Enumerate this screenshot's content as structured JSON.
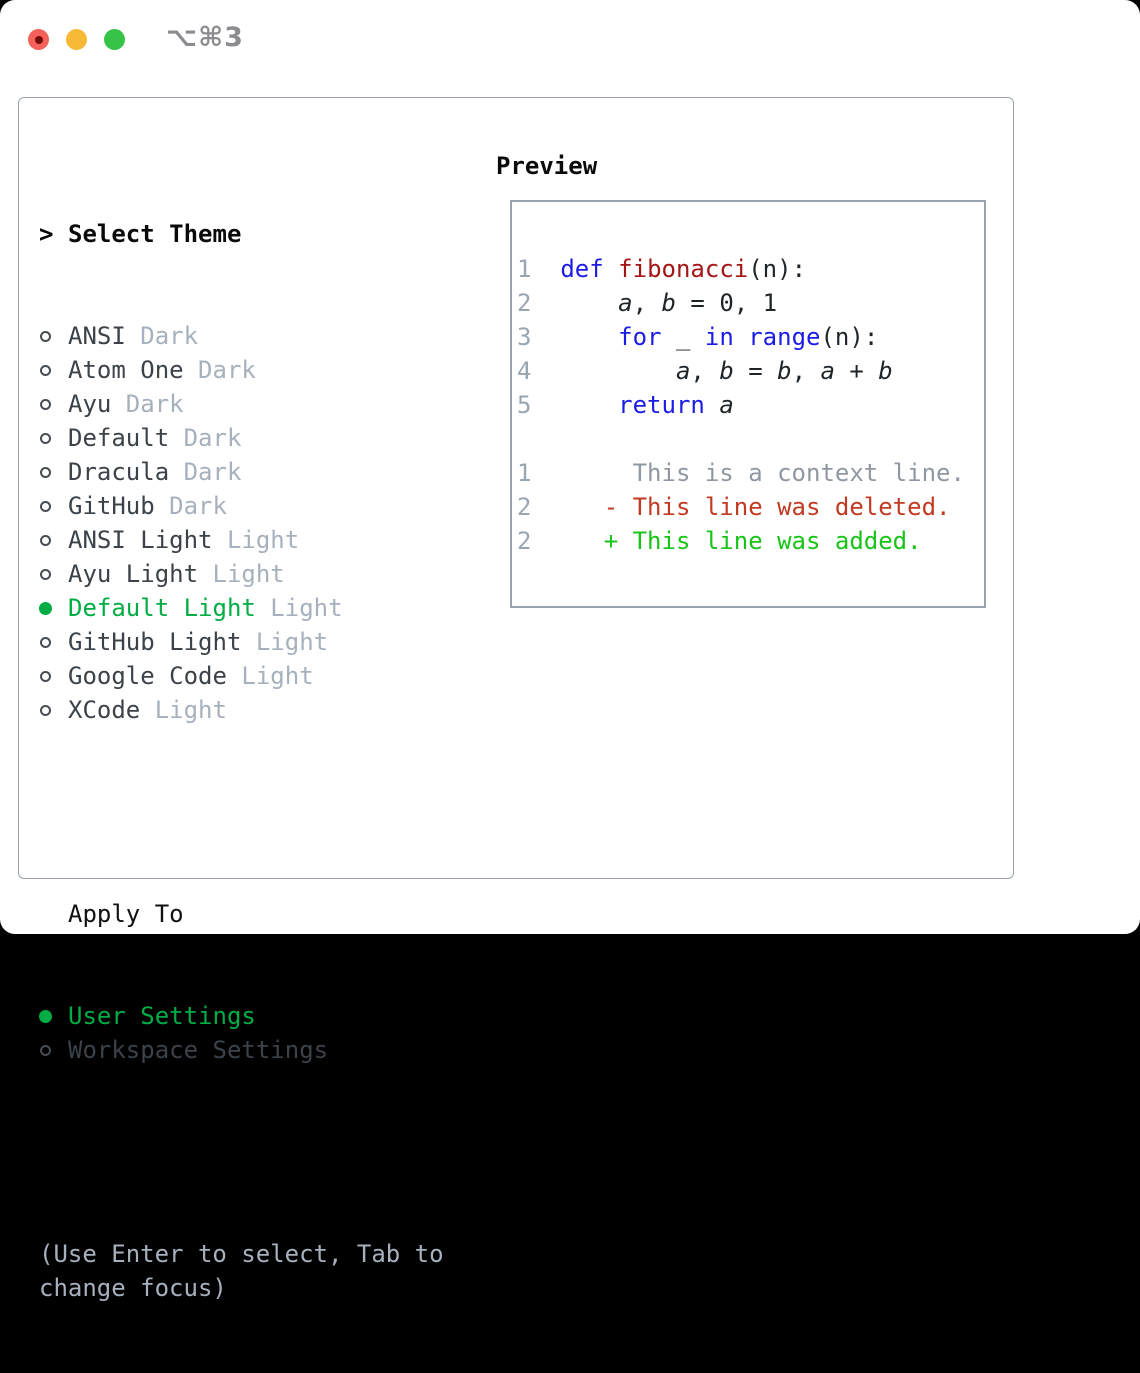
{
  "window": {
    "shortcut": "⌥⌘3",
    "traffic_lights": [
      {
        "icon": "close-button",
        "color": "#f4615a"
      },
      {
        "icon": "minimize-button",
        "color": "#f5b935"
      },
      {
        "icon": "zoom-button",
        "color": "#35c348"
      }
    ]
  },
  "colors": {
    "selection_green": "#00ad45",
    "added_green": "#17c417",
    "deleted_red": "#c13a22",
    "keyword_blue": "#1b1be6",
    "function_red": "#a51515",
    "muted_gray": "#a7b1bd",
    "line_number_gray": "#9aa5b2",
    "item_text": "#3c424a",
    "panel_border": "#9aa3ae"
  },
  "theme_panel": {
    "prompt": ">",
    "title": "Select Theme",
    "items": [
      {
        "name": "ANSI",
        "variant": "Dark",
        "selected": false
      },
      {
        "name": "Atom One",
        "variant": "Dark",
        "selected": false
      },
      {
        "name": "Ayu",
        "variant": "Dark",
        "selected": false
      },
      {
        "name": "Default",
        "variant": "Dark",
        "selected": false
      },
      {
        "name": "Dracula",
        "variant": "Dark",
        "selected": false
      },
      {
        "name": "GitHub",
        "variant": "Dark",
        "selected": false
      },
      {
        "name": "ANSI Light",
        "variant": "Light",
        "selected": false
      },
      {
        "name": "Ayu Light",
        "variant": "Light",
        "selected": false
      },
      {
        "name": "Default Light",
        "variant": "Light",
        "selected": true
      },
      {
        "name": "GitHub Light",
        "variant": "Light",
        "selected": false
      },
      {
        "name": "Google Code",
        "variant": "Light",
        "selected": false
      },
      {
        "name": "XCode",
        "variant": "Light",
        "selected": false
      }
    ],
    "apply_to": {
      "title": "Apply To",
      "options": [
        {
          "label": "User Settings",
          "selected": true
        },
        {
          "label": "Workspace Settings",
          "selected": false
        }
      ]
    },
    "hint_lines": [
      "(Use Enter to select, Tab to",
      "change focus)"
    ]
  },
  "preview": {
    "title": "Preview",
    "lines": [
      {
        "segments": [
          [
            "ln",
            "1  "
          ],
          [
            "kw",
            "def"
          ],
          [
            "txt",
            " "
          ],
          [
            "fn",
            "fibonacci"
          ],
          [
            "txt",
            "(n):"
          ]
        ]
      },
      {
        "segments": [
          [
            "ln",
            "2  "
          ],
          [
            "txt",
            "    "
          ],
          [
            "var",
            "a"
          ],
          [
            "txt",
            ", "
          ],
          [
            "var",
            "b"
          ],
          [
            "txt",
            " = 0, 1"
          ]
        ]
      },
      {
        "segments": [
          [
            "ln",
            "3  "
          ],
          [
            "txt",
            "    "
          ],
          [
            "kw",
            "for"
          ],
          [
            "txt",
            " _ "
          ],
          [
            "kw",
            "in"
          ],
          [
            "txt",
            " "
          ],
          [
            "kw",
            "range"
          ],
          [
            "txt",
            "(n):"
          ]
        ]
      },
      {
        "segments": [
          [
            "ln",
            "4  "
          ],
          [
            "txt",
            "        "
          ],
          [
            "var",
            "a"
          ],
          [
            "txt",
            ", "
          ],
          [
            "var",
            "b"
          ],
          [
            "txt",
            " = "
          ],
          [
            "var",
            "b"
          ],
          [
            "txt",
            ", "
          ],
          [
            "var",
            "a"
          ],
          [
            "txt",
            " + "
          ],
          [
            "var",
            "b"
          ]
        ]
      },
      {
        "segments": [
          [
            "ln",
            "5  "
          ],
          [
            "txt",
            "    "
          ],
          [
            "kw",
            "return"
          ],
          [
            "txt",
            " "
          ],
          [
            "var",
            "a"
          ]
        ]
      },
      {
        "segments": []
      },
      {
        "segments": [
          [
            "ln",
            "1"
          ],
          [
            "ctx",
            "       This is a context line."
          ]
        ]
      },
      {
        "segments": [
          [
            "ln",
            "2"
          ],
          [
            "del",
            "     - This line was deleted."
          ]
        ]
      },
      {
        "segments": [
          [
            "ln",
            "2"
          ],
          [
            "add",
            "     + This line was added."
          ]
        ]
      }
    ]
  }
}
